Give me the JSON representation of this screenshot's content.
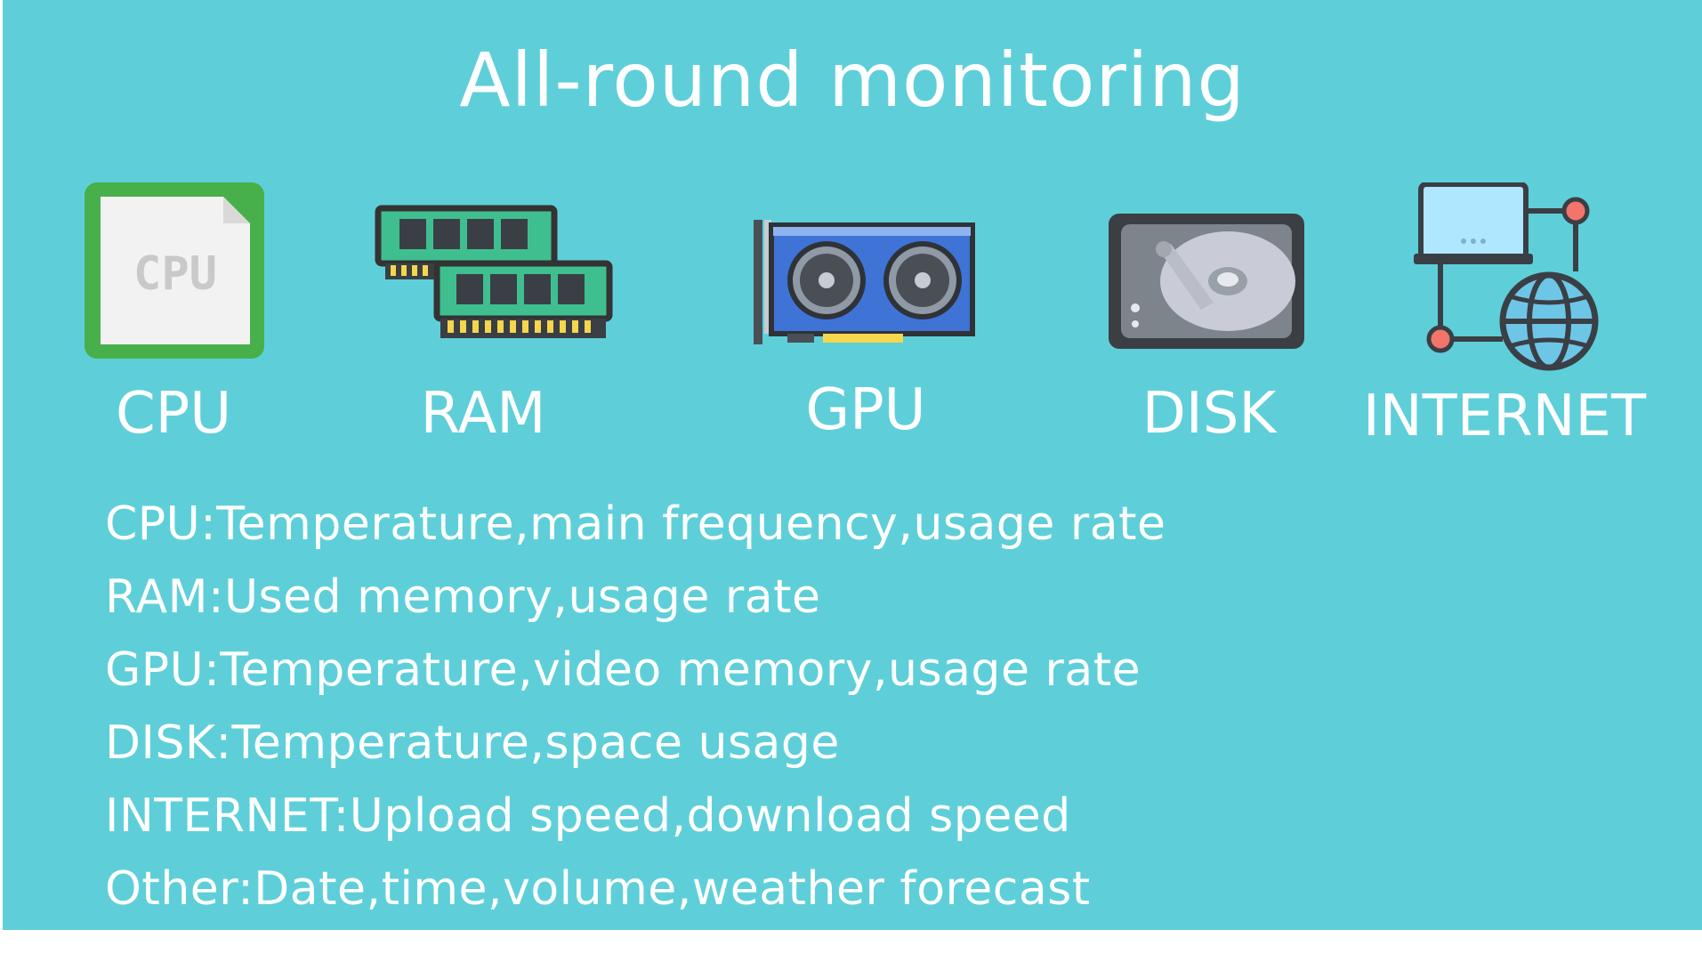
{
  "title": "All-round monitoring",
  "categories": [
    {
      "icon": "cpu-chip-icon",
      "label": "CPU",
      "icon_text": "CPU"
    },
    {
      "icon": "ram-modules-icon",
      "label": "RAM"
    },
    {
      "icon": "graphics-card-icon",
      "label": "GPU"
    },
    {
      "icon": "hard-disk-icon",
      "label": "DISK"
    },
    {
      "icon": "network-globe-icon",
      "label": "INTERNET"
    }
  ],
  "features": [
    "CPU:Temperature,main frequency,usage rate",
    "RAM:Used memory,usage rate",
    "GPU:Temperature,video memory,usage rate",
    "DISK:Temperature,space usage",
    "INTERNET:Upload speed,download speed",
    "Other:Date,time,volume,weather forecast"
  ],
  "colors": {
    "background": "#5ecfd9",
    "text": "#ffffff",
    "cpu_green": "#47b04b",
    "ram_green": "#3fbf8f",
    "gpu_blue": "#3f74d6",
    "disk_dark": "#3b3f44",
    "network_red": "#f2746b"
  }
}
